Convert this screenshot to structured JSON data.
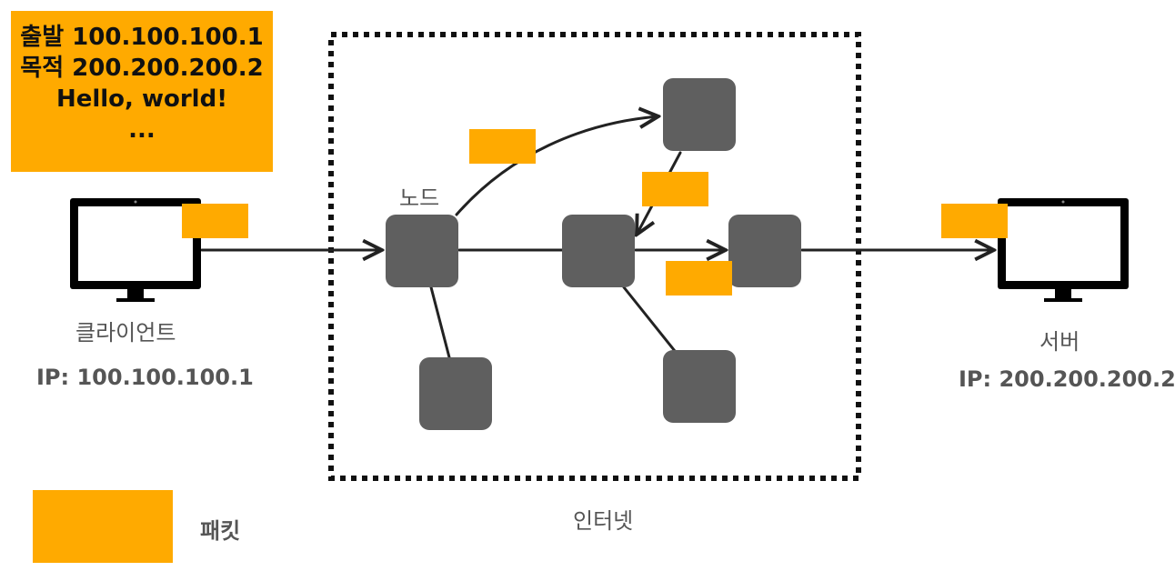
{
  "packet_header": {
    "line1": "출발 100.100.100.1",
    "line2": "목적 200.200.200.2",
    "line3": "Hello, world!",
    "line4": "..."
  },
  "client": {
    "label": "클라이언트",
    "ip": "IP: 100.100.100.1"
  },
  "server": {
    "label": "서버",
    "ip": "IP: 200.200.200.2"
  },
  "node_label": "노드",
  "internet_label": "인터넷",
  "legend": {
    "label": "패킷"
  },
  "colors": {
    "packet": "#FFAA00",
    "node": "#5F5F5F",
    "monitor": "#000000",
    "label_text": "#555555"
  },
  "icons": [
    "monitor-icon"
  ]
}
